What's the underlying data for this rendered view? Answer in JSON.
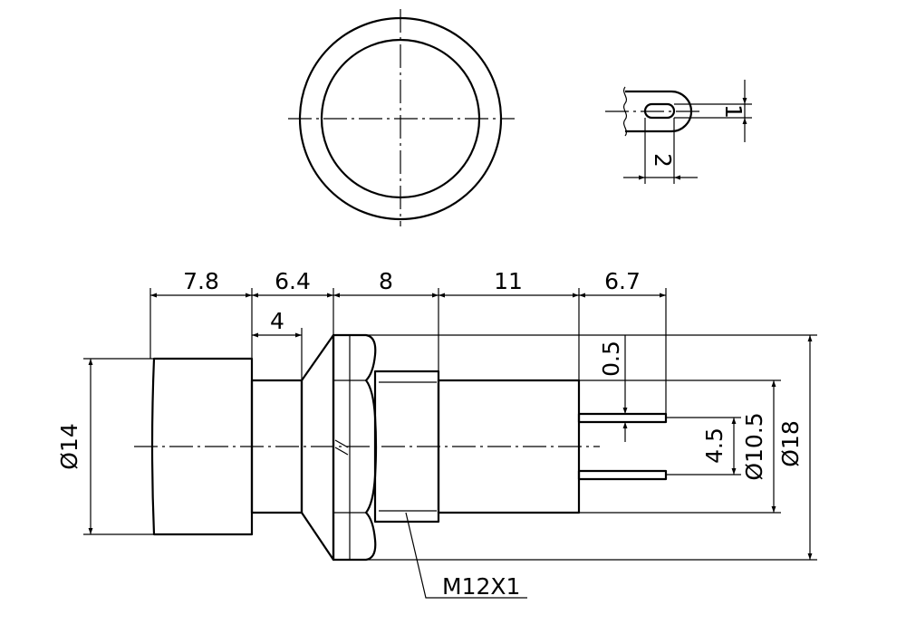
{
  "drawing": {
    "dims": {
      "d1": "7.8",
      "d2": "6.4",
      "d3": "8",
      "d4": "11",
      "d5": "6.7",
      "d6": "4",
      "d7": "0.5",
      "d8": "4.5",
      "d9": "Ø10.5",
      "d10": "Ø18",
      "d11": "Ø14",
      "d12": "1",
      "d13": "2"
    },
    "thread_label": "M12X1"
  }
}
